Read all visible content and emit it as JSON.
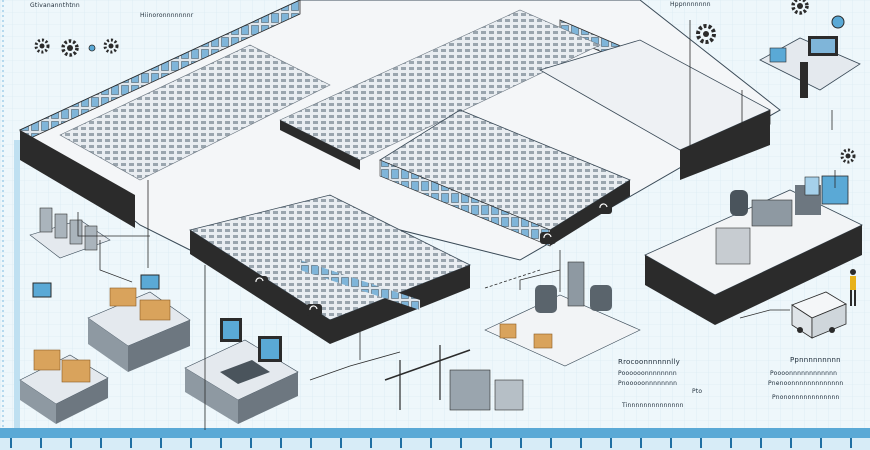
{
  "labels": {
    "top_left": "Gtivanannthtnn",
    "top_center": "Hiinoronnnnnnnr",
    "top_right": "Hppnnnnnnn",
    "bottom_center_1": "Rrocoonnnnnnlly",
    "bottom_center_2": "Poooooonnnnnnnn",
    "bottom_center_3": "Pnooooonnnnnnnn",
    "bottom_center_4": "Tinnnnnnnnnnnnnn",
    "bottom_center_5": "Pto",
    "bottom_right_1": "Ppnnnnnnnnn",
    "bottom_right_2": "Poooonnnnnnnnnnnn",
    "bottom_right_3": "Pnenoonnnnnnnnnnnnn",
    "bottom_right_4": "Pnononnnnnnnnnnnn"
  },
  "colors": {
    "background": "#eef7fb",
    "wall_dark": "#2b2b2b",
    "floor": "#f4f6f8",
    "accent_blue": "#5aa9d6",
    "worker_orange": "#e06a2b",
    "box_tan": "#d9a35c"
  },
  "icons": [
    "gear-icon",
    "cloud-sync-icon",
    "monitor-icon",
    "truck-icon",
    "person-icon"
  ]
}
